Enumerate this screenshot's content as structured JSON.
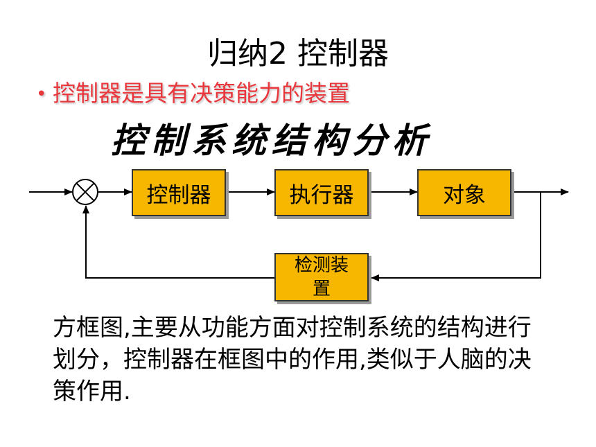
{
  "slide": {
    "title": "归纳2  控制器",
    "bullet": "控制器是具有决策能力的装置",
    "heading": "控制系统结构分析",
    "description": "方框图,主要从功能方面对控制系统的结构进行划分，控制器在框图中的作用,类似于人脑的决策作用."
  },
  "diagram": {
    "blocks": {
      "controller": "控制器",
      "actuator": "执行器",
      "plant": "对象",
      "sensor": "检测装置"
    },
    "summing_symbol": "⊗",
    "block_color": "#f7b700"
  },
  "colors": {
    "bullet_text": "#e8383d"
  }
}
